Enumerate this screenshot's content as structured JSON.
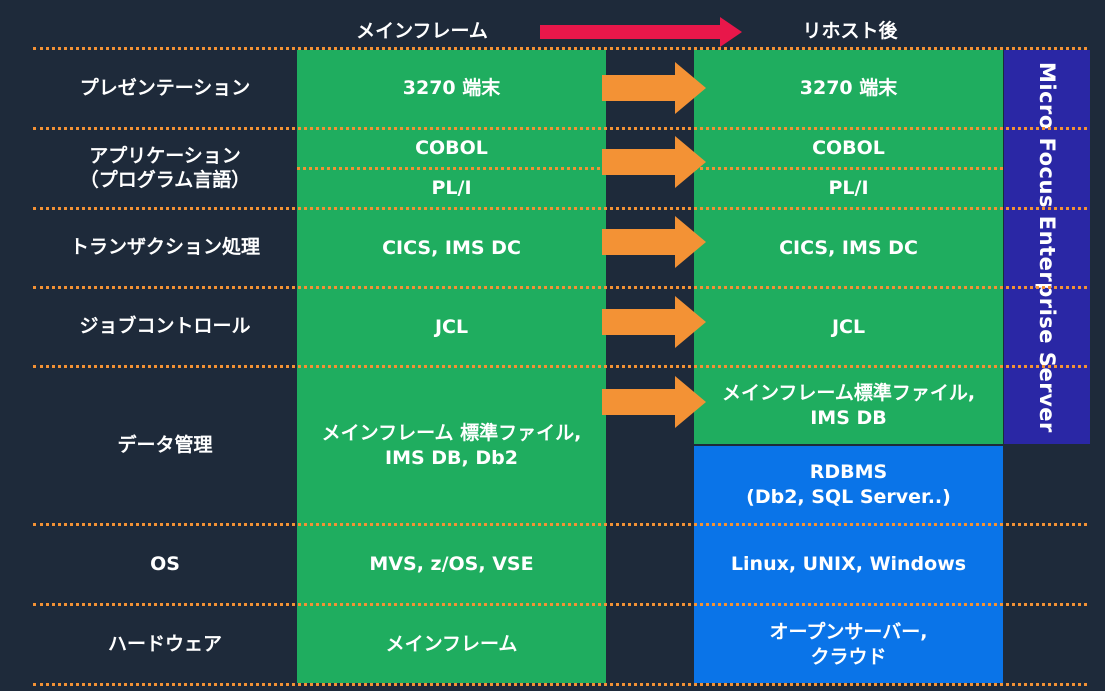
{
  "header": {
    "mainframe": "メインフレーム",
    "rehost": "リホスト後"
  },
  "side_band": "Micro Focus Enterprise Server",
  "rows": {
    "presentation": {
      "label": "プレゼンテーション",
      "mainframe": "3270 端末",
      "rehost": "3270 端末"
    },
    "application": {
      "label": "アプリケーション\n（プログラム言語）",
      "mainframe_1": "COBOL",
      "mainframe_2": "PL/I",
      "rehost_1": "COBOL",
      "rehost_2": "PL/I"
    },
    "transaction": {
      "label": "トランザクション処理",
      "mainframe": "CICS, IMS DC",
      "rehost": "CICS, IMS DC"
    },
    "job": {
      "label": "ジョブコントロール",
      "mainframe": "JCL",
      "rehost": "JCL"
    },
    "data": {
      "label": "データ管理",
      "mainframe": "メインフレーム 標準ファイル,\nIMS DB, Db2",
      "rehost_1": "メインフレーム標準ファイル,\nIMS DB",
      "rehost_2": "RDBMS\n(Db2, SQL Server..)"
    },
    "os": {
      "label": "OS",
      "mainframe": "MVS, z/OS, VSE",
      "rehost": "Linux, UNIX, Windows"
    },
    "hardware": {
      "label": "ハードウェア",
      "mainframe": "メインフレーム",
      "rehost": "オープンサーバー,\nクラウド"
    }
  },
  "colors": {
    "background": "#1e2a3a",
    "green": "#1fad5f",
    "blue": "#0a74e8",
    "navy": "#2a27a5",
    "orange": "#f39235",
    "red": "#e8174a"
  }
}
